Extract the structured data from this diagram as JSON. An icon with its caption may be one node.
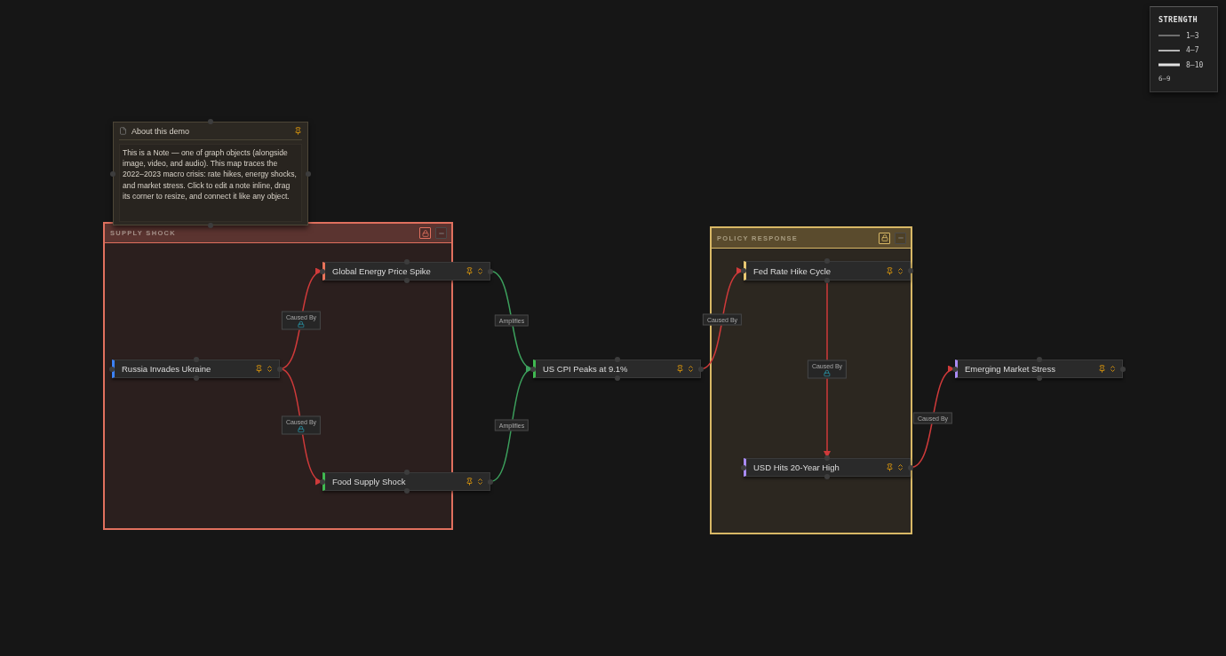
{
  "diagram": {
    "nodes": [
      {
        "text": [
          "About this demo",
          "This is a Note — one of graph objects (alongside image, video, and audio). This map traces the 2022–2023 macro crisis: rate hikes, energy shocks, and market stress. Click to edit a note inline, drag its corner to resize, and connect it like any object."
        ]
      },
      {
        "text": [
          "SUPPLY SHOCK"
        ]
      },
      {
        "text": [
          "Russia Invades Ukraine"
        ],
        "in": 1
      },
      {
        "text": [
          "Global Energy Price Spike"
        ],
        "in": 1
      },
      {
        "text": [
          "Food Supply Shock"
        ],
        "in": 1
      },
      {
        "text": [
          "US CPI Peaks at 9.1%"
        ]
      },
      {
        "text": [
          "POLICY RESPONSE"
        ]
      },
      {
        "text": [
          "Fed Rate Hike Cycle"
        ],
        "in": 6
      },
      {
        "text": [
          "USD Hits 20-Year High"
        ],
        "in": 6
      },
      {
        "text": [
          "Emerging Market Stress"
        ]
      }
    ],
    "edges": [
      {
        "from": 2,
        "to": 3,
        "arrow": "to",
        "label": "Caused By"
      },
      {
        "from": 2,
        "to": 4,
        "arrow": "to",
        "label": "Caused By"
      },
      {
        "from": 3,
        "to": 5,
        "arrow": "to",
        "label": "Amplifies",
        "color": "#3c9f5c"
      },
      {
        "from": 4,
        "to": 5,
        "arrow": "to",
        "label": "Amplifies",
        "color": "#3c9f5c"
      },
      {
        "from": 5,
        "to": 7,
        "arrow": "to",
        "label": "Caused By"
      },
      {
        "from": 7,
        "to": 8,
        "arrow": "to",
        "label": "Caused By"
      },
      {
        "from": 8,
        "to": 9,
        "arrow": "to",
        "label": "Caused By"
      }
    ],
    "labels": [
      "STRENGTH",
      "6–9"
    ],
    "legend": [
      {
        "text": "1–3"
      },
      {
        "text": "4–7"
      },
      {
        "text": "8–10"
      }
    ]
  }
}
